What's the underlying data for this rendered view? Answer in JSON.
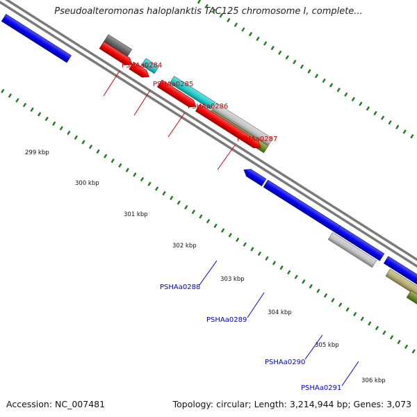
{
  "title": "Pseudoalteromonas haloplanktis TAC125 chromosome I, complete...",
  "footer": {
    "accession": "Accession: NC_007481",
    "summary": "Topology: circular; Length: 3,214,944 bp; Genes: 3,073"
  },
  "ruler": {
    "ticks": [
      "299 kbp",
      "300 kbp",
      "301 kbp",
      "302 kbp",
      "303 kbp",
      "304 kbp",
      "305 kbp",
      "306 kbp"
    ]
  },
  "colors": {
    "backbone": "#8a8a8a",
    "forward_label": "#cc0000",
    "reverse_label": "#0000cc",
    "tick_marks": "#1a7a1a",
    "red": "#ee0000",
    "blue": "#0000ee",
    "dark_gray": "#666666",
    "cyan": "#22cccc",
    "light_gray": "#c4c4c4",
    "olive": "#6b8e23",
    "khaki": "#b8b070"
  },
  "genes": [
    {
      "label": "PSHAa0284",
      "strand": "forward",
      "color": "dark_gray"
    },
    {
      "label": "PSHAa0285",
      "strand": "forward",
      "color": "cyan"
    },
    {
      "label": "PSHAa0286",
      "strand": "forward",
      "color": "cyan"
    },
    {
      "label": "PSHAa0287",
      "strand": "forward",
      "color": "light_gray"
    },
    {
      "label": "PSHAa0288",
      "strand": "reverse",
      "color": "blue"
    },
    {
      "label": "PSHAa0289",
      "strand": "reverse",
      "color": "blue"
    },
    {
      "label": "PSHAa0290",
      "strand": "reverse",
      "color": "light_gray"
    },
    {
      "label": "PSHAa0291",
      "strand": "reverse",
      "color": "khaki"
    }
  ]
}
